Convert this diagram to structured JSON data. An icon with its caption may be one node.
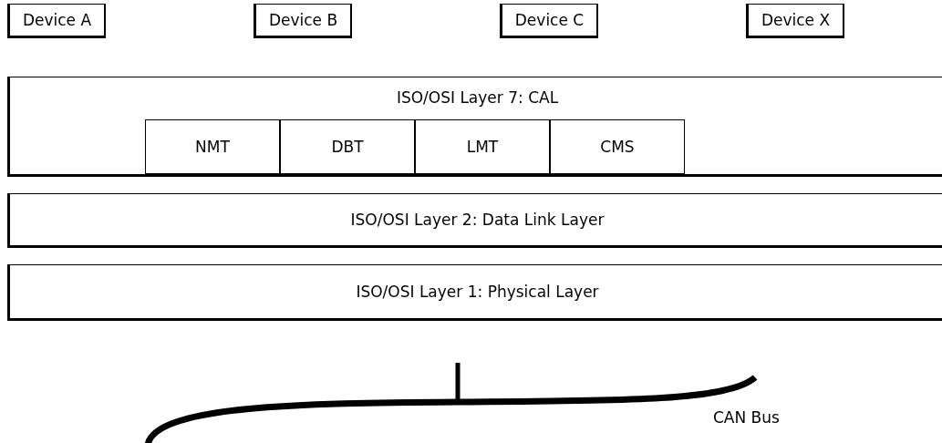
{
  "diagram": {
    "nodes": [
      {
        "text": [
          "Device A"
        ]
      },
      {
        "text": [
          "Device B"
        ]
      },
      {
        "text": [
          "Device C"
        ]
      },
      {
        "text": [
          "Device X"
        ]
      },
      {
        "text": [
          "ISO/OSI Layer 7: CAL"
        ]
      },
      {
        "text": [
          "NMT"
        ],
        "in": 4
      },
      {
        "text": [
          "DBT"
        ],
        "in": 4
      },
      {
        "text": [
          "LMT"
        ],
        "in": 4
      },
      {
        "text": [
          "CMS"
        ],
        "in": 4
      },
      {
        "text": [
          "ISO/OSI Layer 2: Data Link Layer"
        ]
      },
      {
        "text": [
          "ISO/OSI Layer 1: Physical Layer"
        ]
      },
      {
        "text": [
          "CAN Bus"
        ]
      }
    ],
    "edges": [
      {
        "from": null,
        "to": 11,
        "arrow": "none"
      }
    ]
  }
}
